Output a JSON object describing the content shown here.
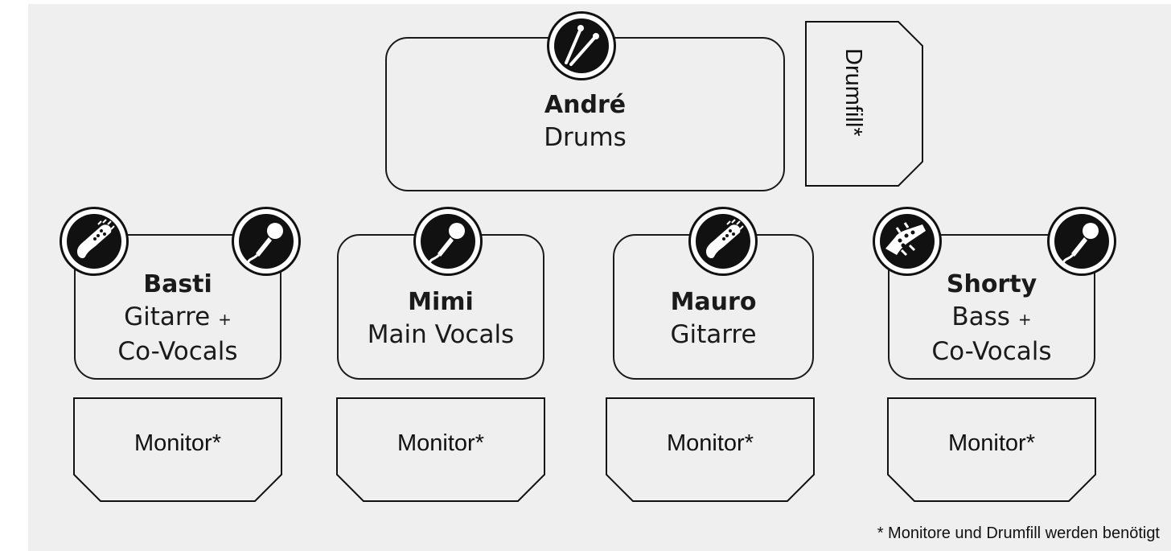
{
  "drummer": {
    "name": "André",
    "role": "Drums"
  },
  "drumfill": {
    "label": "Drumfill*"
  },
  "musicians": [
    {
      "name": "Basti",
      "role_line1": "Gitarre",
      "role_line2": "Co-Vocals",
      "plus": "+"
    },
    {
      "name": "Mimi",
      "role_line1": "Main Vocals"
    },
    {
      "name": "Mauro",
      "role_line1": "Gitarre"
    },
    {
      "name": "Shorty",
      "role_line1": "Bass",
      "role_line2": "Co-Vocals",
      "plus": "+"
    }
  ],
  "monitor_label": "Monitor*",
  "footnote": "* Monitore und Drumfill werden benötigt",
  "icons": {
    "drum": "drumsticks-icon",
    "guitar": "guitar-headstock-icon",
    "mic": "microphone-icon",
    "bass": "bass-headstock-icon"
  }
}
